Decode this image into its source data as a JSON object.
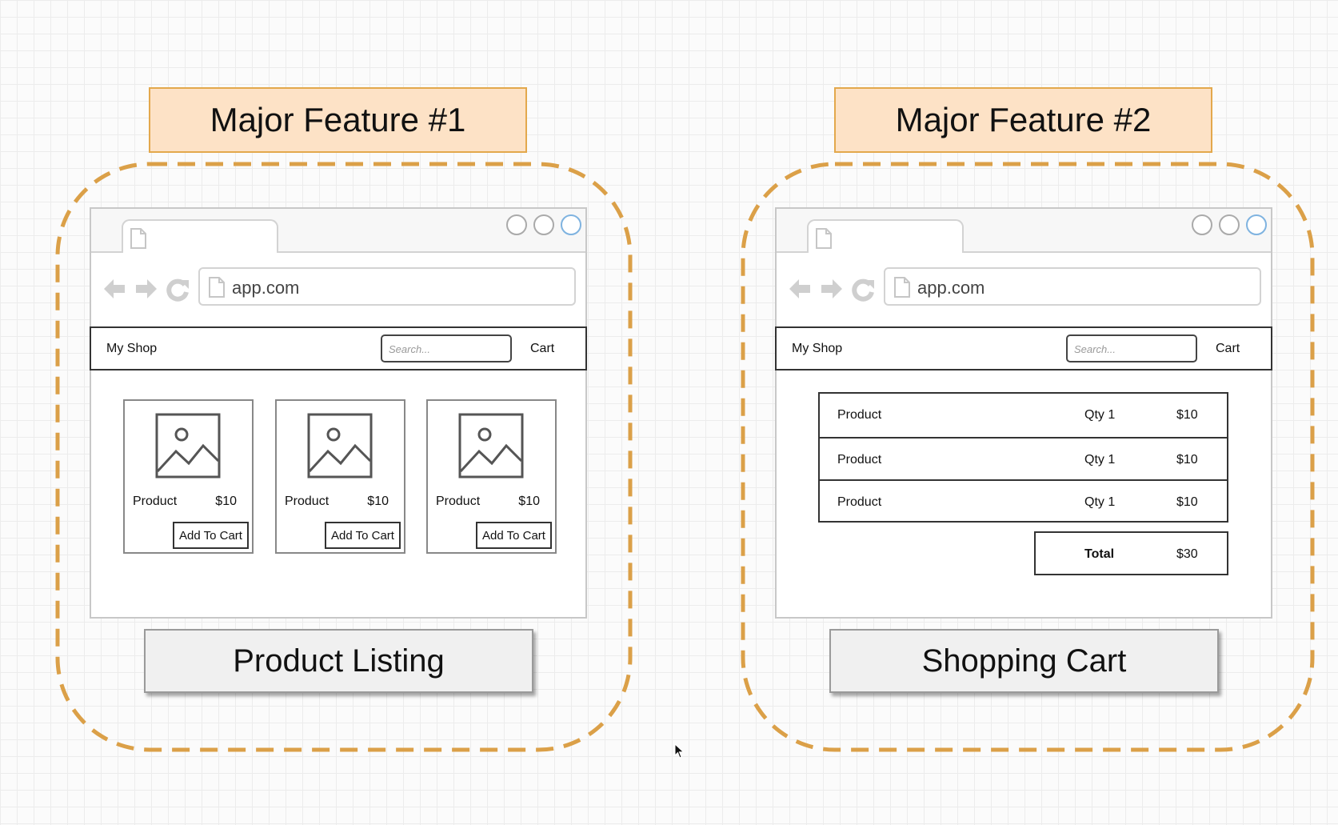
{
  "features": [
    {
      "title": "Major Feature #1",
      "label": "Product Listing",
      "browser": {
        "url": "app.com",
        "navbar": {
          "brand": "My Shop",
          "search_placeholder": "Search...",
          "cart": "Cart"
        }
      },
      "products": [
        {
          "name": "Product",
          "price": "$10",
          "button": "Add To Cart"
        },
        {
          "name": "Product",
          "price": "$10",
          "button": "Add To Cart"
        },
        {
          "name": "Product",
          "price": "$10",
          "button": "Add To Cart"
        }
      ]
    },
    {
      "title": "Major Feature #2",
      "label": "Shopping Cart",
      "browser": {
        "url": "app.com",
        "navbar": {
          "brand": "My Shop",
          "search_placeholder": "Search...",
          "cart": "Cart"
        }
      },
      "cart_rows": [
        {
          "product": "Product",
          "qty": "Qty 1",
          "price": "$10"
        },
        {
          "product": "Product",
          "qty": "Qty 1",
          "price": "$10"
        },
        {
          "product": "Product",
          "qty": "Qty 1",
          "price": "$10"
        }
      ],
      "total": {
        "label": "Total",
        "value": "$30"
      }
    }
  ],
  "colors": {
    "title_fill": "#fde2c6",
    "title_border": "#e3a84c",
    "dashed_boundary": "#dba048",
    "label_fill": "#f0f0f0",
    "active_window_button": "#7fb3e0"
  }
}
